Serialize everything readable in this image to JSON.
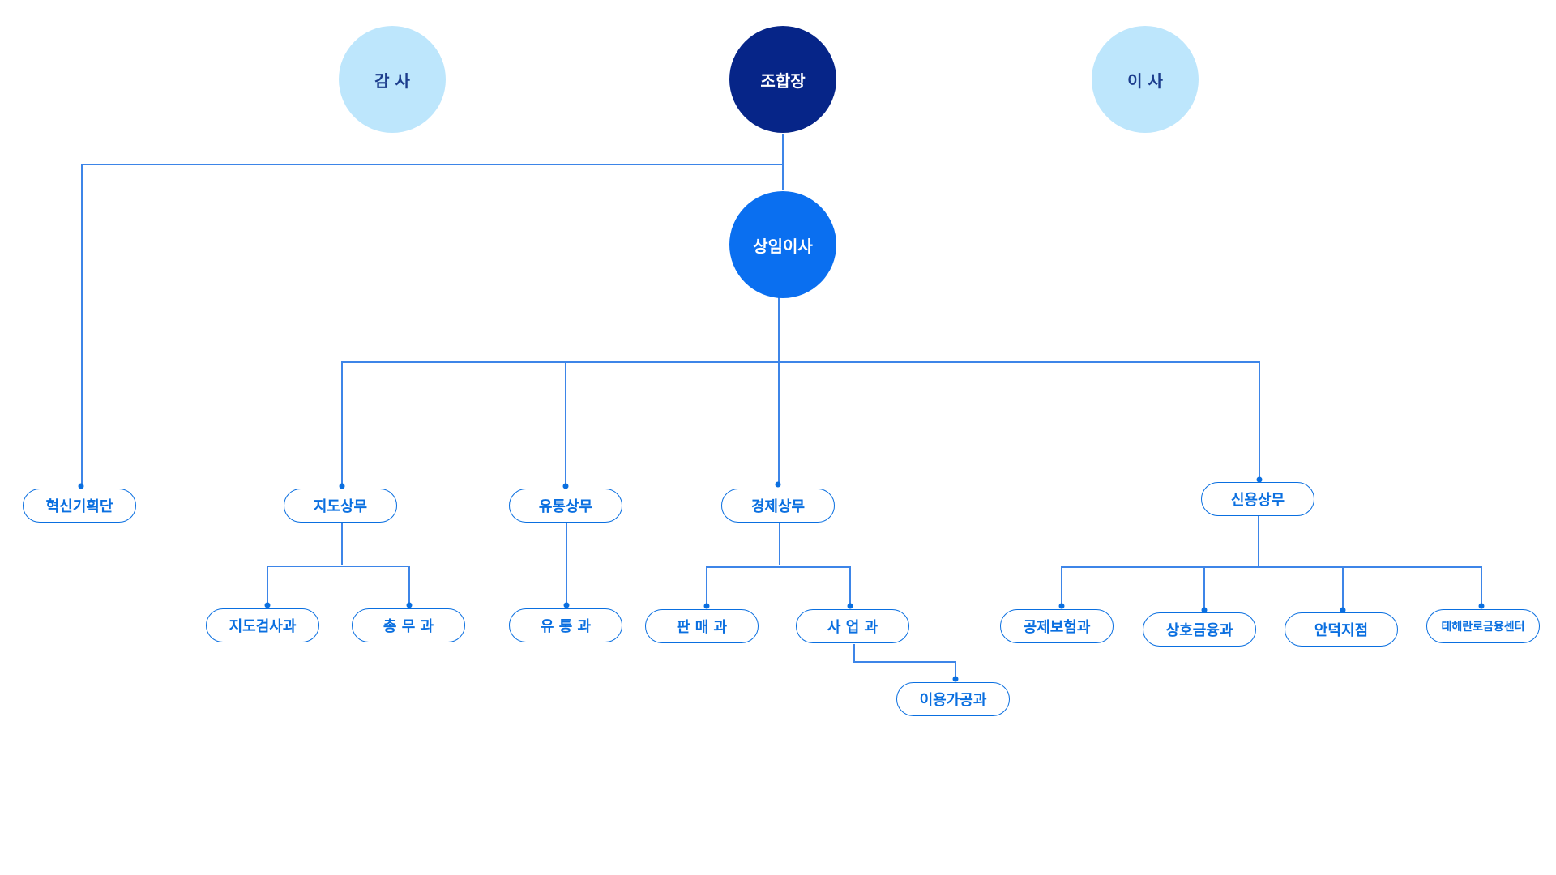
{
  "colors": {
    "light_circle": "#bde6fc",
    "light_circle_text": "#1b3c8c",
    "dark_circle": "#062588",
    "mid_circle": "#0a6ff0",
    "line": "#3d85e8",
    "pill_text": "#0a6fe0"
  },
  "top": {
    "auditor": "감 사",
    "chairman": "조합장",
    "director": "이 사"
  },
  "managing_director": "상임이사",
  "innovation": "혁신기획단",
  "divisions": {
    "guidance": {
      "label": "지도상무",
      "departments": [
        "지도검사과",
        "총 무 과"
      ]
    },
    "distribution": {
      "label": "유통상무",
      "departments": [
        "유 통 과"
      ]
    },
    "economy": {
      "label": "경제상무",
      "departments": [
        "판 매 과",
        "사 업 과"
      ],
      "sub": "이용가공과"
    },
    "credit": {
      "label": "신용상무",
      "departments": [
        "공제보험과",
        "상호금융과",
        "안덕지점",
        "테헤란로금융센터"
      ]
    }
  }
}
